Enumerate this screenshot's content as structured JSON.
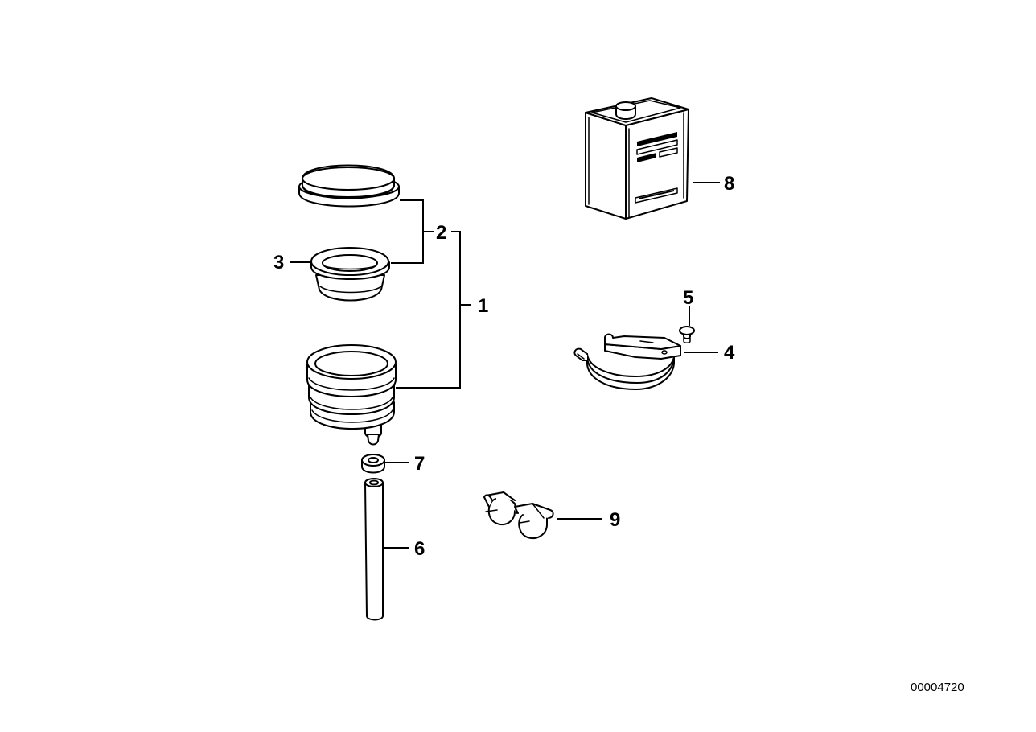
{
  "diagram": {
    "callouts": {
      "c1": "1",
      "c2": "2",
      "c3": "3",
      "c4": "4",
      "c5": "5",
      "c6": "6",
      "c7": "7",
      "c8": "8",
      "c9": "9"
    },
    "reference_number": "00004720"
  }
}
